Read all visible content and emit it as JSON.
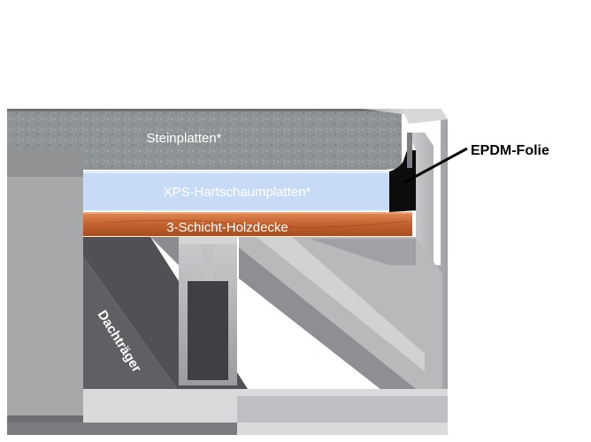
{
  "labels": {
    "stone": "Steinplatten*",
    "xps": "XPS-Hartschaumplatten*",
    "wood": "3-Schicht-Holzdecke",
    "epdm": "EPDM-Folie",
    "beam": "Dachträger"
  },
  "colors": {
    "stone": "#8d9394",
    "xps": "#c6d9f5",
    "wood": "#c8693a",
    "aluminium": "#a9abad",
    "dark": "#5b5d60"
  }
}
